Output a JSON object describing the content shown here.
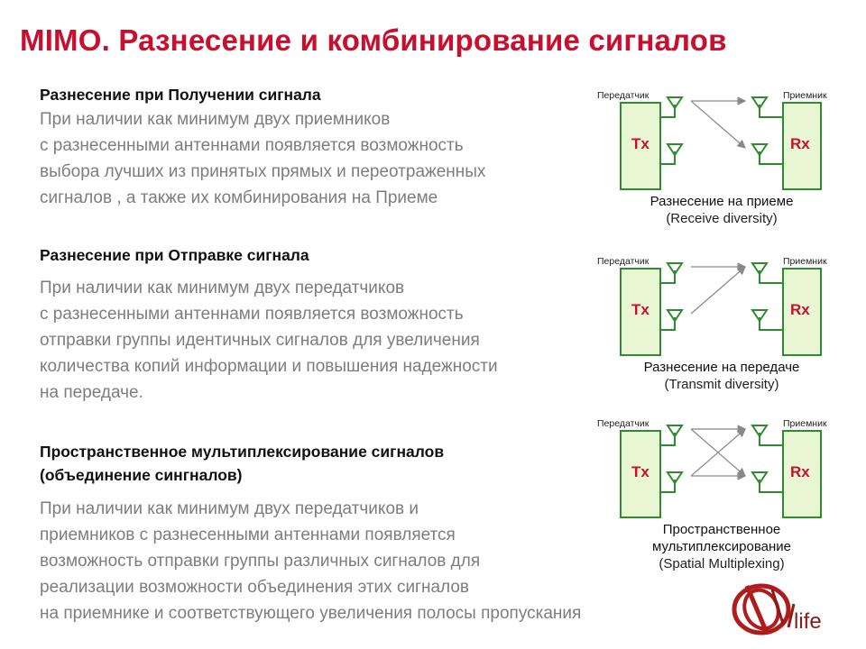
{
  "title": "MIMO. Разнесение и комбинирование сигналов",
  "sections": [
    {
      "heading": [
        "Разнесение при Получении сигнала"
      ],
      "body": [
        "При наличии как минимум двух приемников",
        "с разнесенными антеннами появляется возможность",
        "выбора лучших из принятых прямых и переотраженных",
        "сигналов , а также их комбинирования на Приеме"
      ]
    },
    {
      "heading": [
        "Разнесение при Отправке сигнала"
      ],
      "body": [
        "При наличии как минимум двух передатчиков",
        "с разнесенными антеннами появляется возможность",
        "отправки группы идентичных сигналов для увеличения",
        "количества копий информации и повышения надежности",
        "на передаче."
      ]
    },
    {
      "heading": [
        "Пространственное мультиплексирование сигналов",
        "(объединение сингналов)"
      ],
      "body": [
        "При наличии как минимум двух передатчиков и",
        "приемников с разнесенными антеннами появляется",
        "возможность отправки группы различных сигналов для",
        "реализации возможности объединения этих сигналов",
        "на приемнике и соответствующего увеличения  полосы пропускания"
      ]
    }
  ],
  "diagrams": [
    {
      "tx_label": "Передатчик",
      "rx_label": "Приемник",
      "tx_box": "Tx",
      "rx_box": "Rx",
      "caption": [
        "Разнесение на приеме",
        "(Receive diversity)"
      ],
      "tx_antennas": 2,
      "rx_antennas": 2,
      "links": [
        [
          0,
          0
        ],
        [
          0,
          1
        ]
      ]
    },
    {
      "tx_label": "Передатчик",
      "rx_label": "Приемник",
      "tx_box": "Tx",
      "rx_box": "Rx",
      "caption": [
        "Разнесение на передаче",
        "(Transmit diversity)"
      ],
      "tx_antennas": 2,
      "rx_antennas": 2,
      "links": [
        [
          0,
          0
        ],
        [
          1,
          0
        ]
      ]
    },
    {
      "tx_label": "Передатчик",
      "rx_label": "Приемник",
      "tx_box": "Tx",
      "rx_box": "Rx",
      "caption": [
        "Пространственное",
        "мультиплексирование",
        "(Spatial Multiplexing)"
      ],
      "tx_antennas": 2,
      "rx_antennas": 2,
      "links": [
        [
          0,
          0
        ],
        [
          0,
          1
        ],
        [
          1,
          0
        ],
        [
          1,
          1
        ]
      ]
    }
  ],
  "logo": {
    "text": "life"
  },
  "colors": {
    "accent": "#c8102e",
    "box_fill": "#e8f6d4",
    "box_stroke": "#2e8b2e",
    "body_text": "#7d7d7d"
  }
}
